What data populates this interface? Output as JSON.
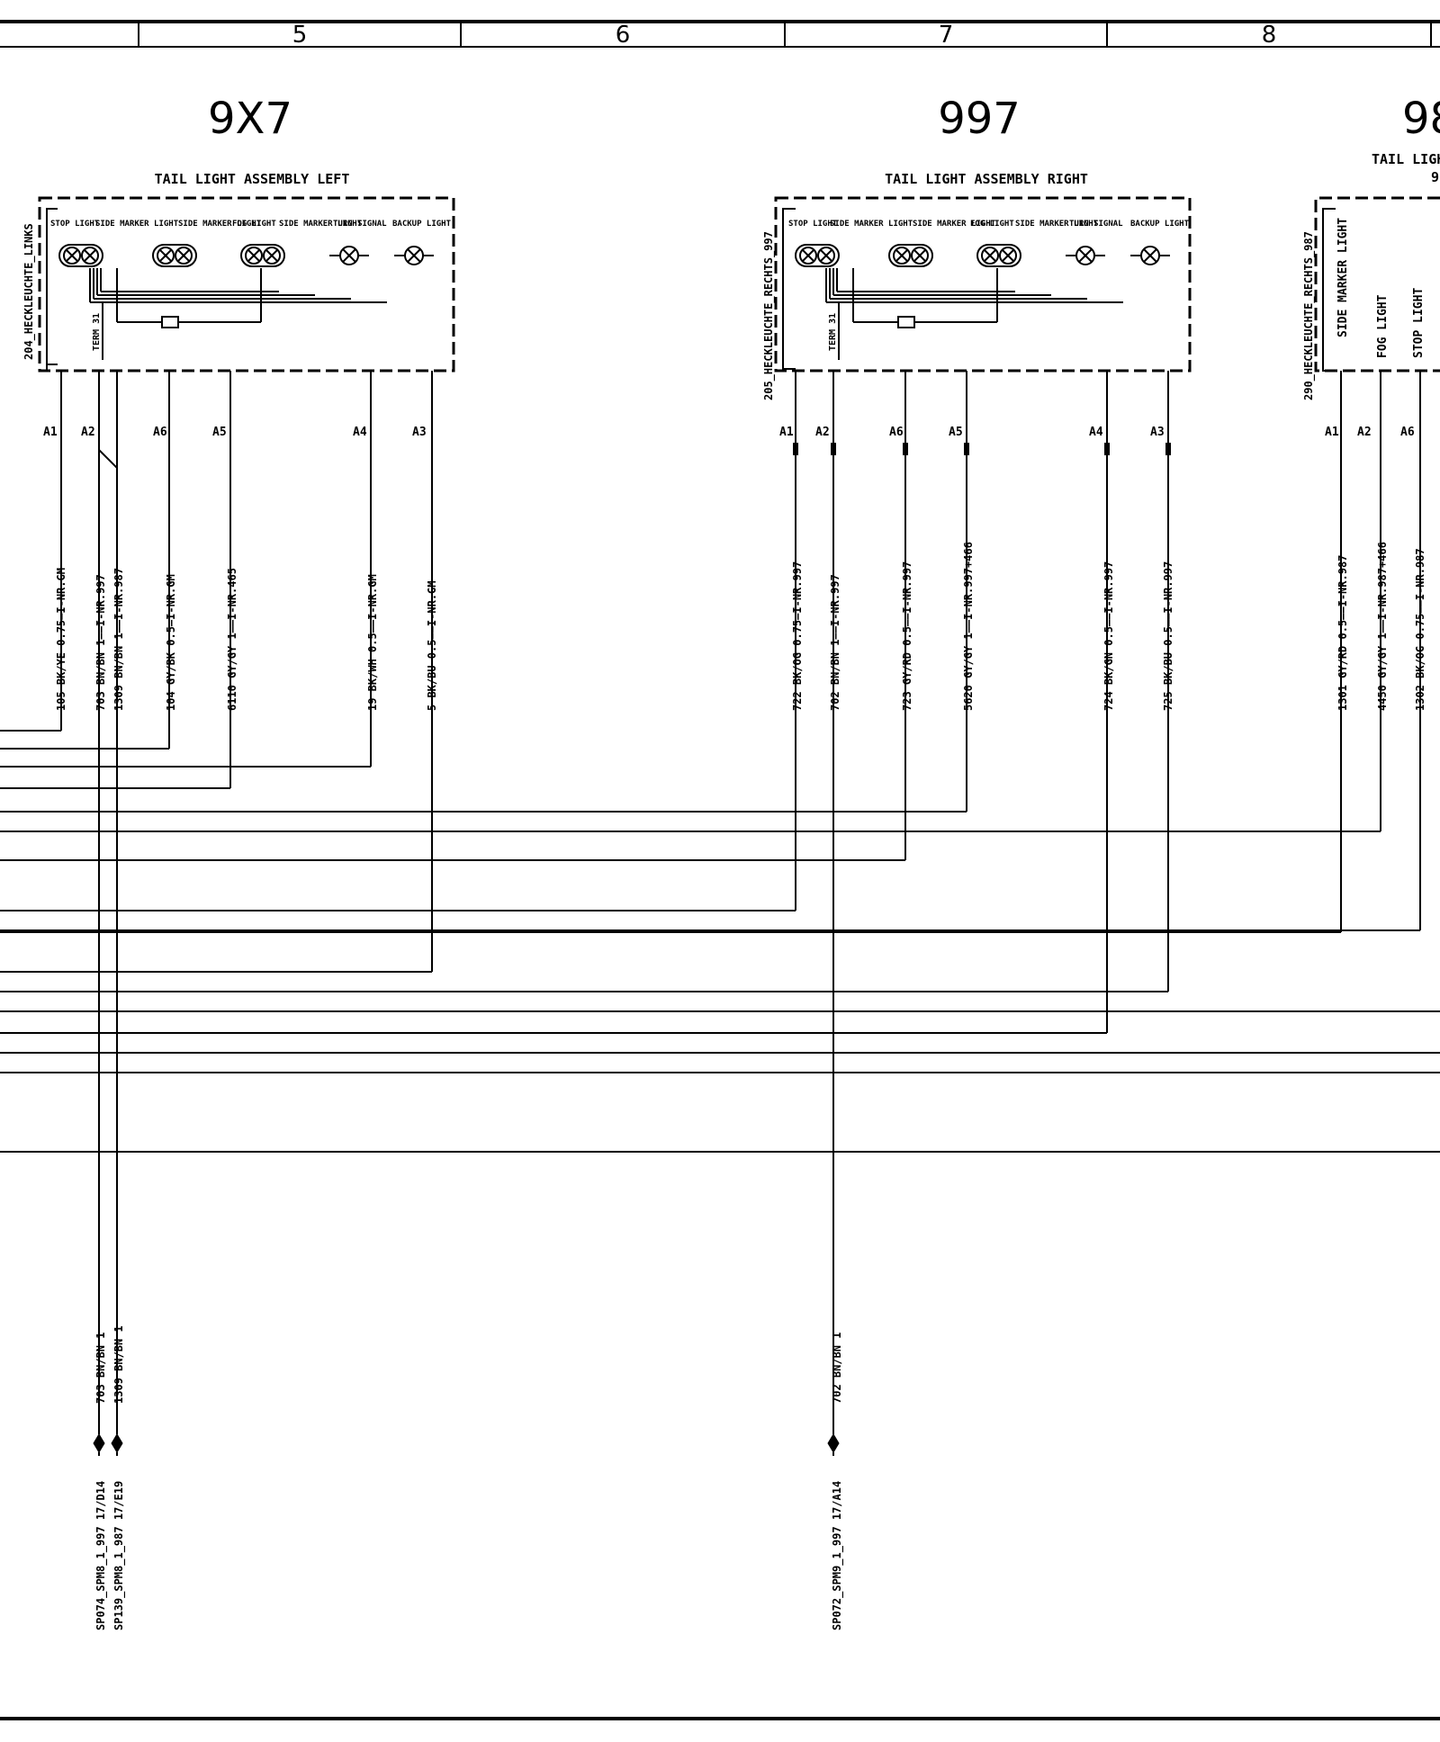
{
  "columns": [
    "5",
    "6",
    "7",
    "8"
  ],
  "components": [
    {
      "id": "9X7",
      "title": "TAIL LIGHT ASSEMBLY LEFT",
      "ground_label": "204_HECKLEUCHTE_LINKS",
      "term_label": "TERM 31",
      "lamps": [
        "STOP LIGHT",
        "SIDE MARKER LIGHT",
        "SIDE MARKER LIGHT",
        "FOG LIGHT",
        "SIDE MARKER LIGHT",
        "TURN SIGNAL",
        "BACKUP LIGHT"
      ],
      "pins": [
        "A1",
        "A2",
        "A6",
        "A5",
        "A4",
        "A3"
      ],
      "wires": [
        {
          "label": "105 BK/YE 0.75—I-NR.GM"
        },
        {
          "label": "703 BN/BN 1——I-NR.997"
        },
        {
          "label": "1309 BN/BN 1——I-NR.987"
        },
        {
          "label": "104 GY/BK 0.5—I-NR.GM"
        },
        {
          "label": "6110 GY/GY 1——I-NR.465"
        },
        {
          "label": "19 BK/WH 0.5——I-NR.GM"
        },
        {
          "label": "5 BK/BU 0.5——I-NR.GM"
        }
      ]
    },
    {
      "id": "997",
      "title": "TAIL LIGHT ASSEMBLY RIGHT",
      "ground_label": "205_HECKLEUCHTE_RECHTS_997",
      "term_label": "TERM 31",
      "lamps": [
        "STOP LIGHT",
        "SIDE MARKER LIGHT",
        "SIDE MARKER LIGHT",
        "FOG LIGHT",
        "SIDE MARKER LIGHT",
        "TURN SIGNAL",
        "BACKUP LIGHT"
      ],
      "pins": [
        "A1",
        "A2",
        "A6",
        "A5",
        "A4",
        "A3"
      ],
      "wires": [
        {
          "label": "722 BK/OG 0.75—I-NR.997"
        },
        {
          "label": "702 BN/BN 1——I-NR.997"
        },
        {
          "label": "723 GY/RD 0.5——I-NR.997"
        },
        {
          "label": "5620 GY/GY 1——I-NR.997+466"
        },
        {
          "label": "724 BK/GN 0.5——I-NR.997"
        },
        {
          "label": "725 BK/BU 0.5——I-NR.997"
        }
      ]
    },
    {
      "id": "98",
      "title": "TAIL LIGH",
      "subtitle": "9",
      "ground_label": "290_HECKLEUCHTE_RECHTS_987",
      "lamps": [
        "SIDE MARKER LIGHT",
        "FOG LIGHT",
        "STOP LIGHT"
      ],
      "pins": [
        "A1",
        "A2",
        "A6"
      ],
      "wires": [
        {
          "label": "1301 GY/RD 0.5——I-NR.987"
        },
        {
          "label": "4450 GY/GY 1——I-NR.987+466"
        },
        {
          "label": "1302 BK/OG 0.75——I-NR.987"
        }
      ]
    }
  ],
  "bottom_wires": {
    "left_a": "703 BN/BN 1",
    "left_b": "1309 BN/BN 1",
    "right": "702 BN/BN 1"
  },
  "refs": {
    "left_a": "SP074_SPM8_1_997   17/D14",
    "left_b": "SP139_SPM8_1_987   17/E19",
    "right": "SP072_SPM9_1_997   17/A14"
  }
}
